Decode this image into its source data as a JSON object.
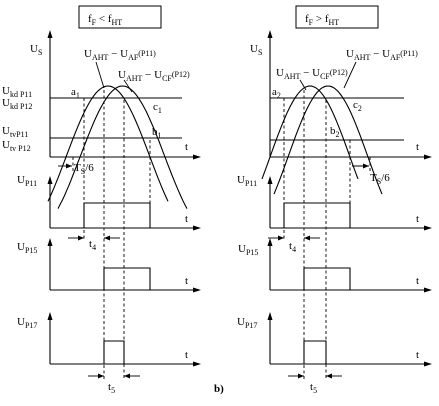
{
  "panels": [
    {
      "condition": "f",
      "condition_sub1": "F",
      "condition_op": " < ",
      "condition_rel": "f",
      "condition_sub2": "HT",
      "us_label": "U",
      "us_sub": "S",
      "curve1_label_a": "U",
      "curve1_sub_a": "AHT",
      "curve1_label_b": " − U",
      "curve1_sub_b": "AF",
      "curve1_tag": "(P11)",
      "curve2_label_a": "U",
      "curve2_sub_a": "AHT",
      "curve2_label_b": " − U",
      "curve2_sub_b": "CF",
      "curve2_tag": "(P12)",
      "pt_a": "a",
      "pt_a_sub": "1",
      "pt_b": "b",
      "pt_b_sub": "1",
      "pt_c": "c",
      "pt_c_sub": "1",
      "ts_label": "T",
      "ts_sub": "S",
      "ts_frac": "/6",
      "t4_label": "t",
      "t4_sub": "4",
      "t5_label": "t",
      "t5_sub": "5"
    },
    {
      "condition": "f",
      "condition_sub1": "F",
      "condition_op": " > ",
      "condition_rel": "f",
      "condition_sub2": "HT",
      "us_label": "U",
      "us_sub": "S",
      "curve1_label_a": "U",
      "curve1_sub_a": "AHT",
      "curve1_label_b": " − U",
      "curve1_sub_b": "CF",
      "curve1_tag": "(P12)",
      "curve2_label_a": "U",
      "curve2_sub_a": "AHT",
      "curve2_label_b": " − U",
      "curve2_sub_b": "AF",
      "curve2_tag": "(P11)",
      "pt_a": "a",
      "pt_a_sub": "2",
      "pt_b": "b",
      "pt_b_sub": "2",
      "pt_c": "c",
      "pt_c_sub": "2",
      "ts_label": "T",
      "ts_sub": "S",
      "ts_frac": "/6",
      "t4_label": "t",
      "t4_sub": "4",
      "t5_label": "t",
      "t5_sub": "5"
    }
  ],
  "threshold_labels": {
    "ukd_p11": "U",
    "ukd_p11_sub": "kd P11",
    "ukd_p12": "U",
    "ukd_p12_sub": "kd P12",
    "utv_p11": "U",
    "utv_p11_sub": "tvP11",
    "utv_p12": "U",
    "utv_p12_sub": "tv P12"
  },
  "axis_labels": {
    "t": "t",
    "up11": "U",
    "up11_sub": "P11",
    "up15": "U",
    "up15_sub": "P15",
    "up17": "U",
    "up17_sub": "P17"
  },
  "caption": "b)"
}
